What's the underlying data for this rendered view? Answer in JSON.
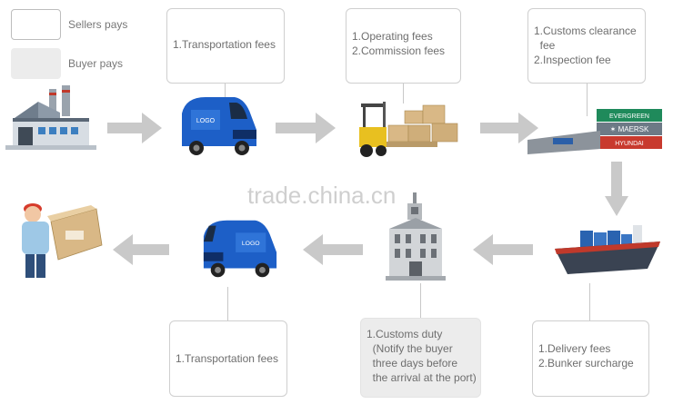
{
  "legend": {
    "sellers": {
      "label": "Sellers pays",
      "color": "#ffffff"
    },
    "buyer": {
      "label": "Buyer pays",
      "color": "#ececec"
    }
  },
  "boxes": {
    "transport1": {
      "lines": [
        "1.Transportation fees"
      ]
    },
    "operating": {
      "lines": [
        "1.Operating fees",
        "2.Commission fees"
      ]
    },
    "customs_clearance": {
      "lines": [
        "1.Customs clearance",
        "  fee",
        "2.Inspection fee"
      ]
    },
    "delivery": {
      "lines": [
        "1.Delivery fees",
        "2.Bunker surcharge"
      ]
    },
    "customs_duty": {
      "lines": [
        "1.Customs duty",
        "  (Notify the buyer",
        "  three days before",
        "  the arrival at the port)"
      ]
    },
    "transport2": {
      "lines": [
        "1.Transportation fees"
      ]
    }
  },
  "watermark": "trade.china.cn",
  "colors": {
    "arrow": "#c9c9c9",
    "van": "#1d5fc7",
    "box_cardboard": "#d9b886",
    "forklift": "#e8c020",
    "ship": "#3a4352",
    "container_green": "#1f8a5b",
    "container_red": "#c83a2e",
    "container_grey": "#8c939b"
  },
  "icons": {
    "factory": "factory-icon",
    "van": "van-icon",
    "forklift": "forklift-icon",
    "containers": "containers-icon",
    "ship": "ship-icon",
    "customs": "customs-building-icon",
    "courier": "courier-icon"
  }
}
